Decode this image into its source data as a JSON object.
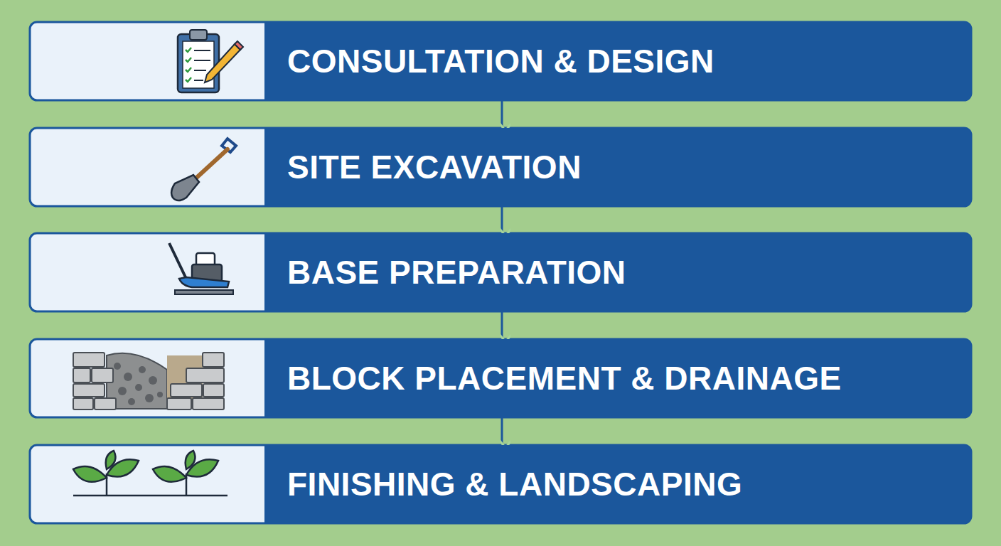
{
  "diagram": {
    "nodes": [
      {
        "text": [
          "CONSULTATION & DESIGN"
        ]
      },
      {
        "text": [
          "SITE EXCAVATION"
        ]
      },
      {
        "text": [
          "BASE PREPARATION"
        ]
      },
      {
        "text": [
          "BLOCK PLACEMENT & DRAINAGE"
        ]
      },
      {
        "text": [
          "FINISHING & LANDSCAPING"
        ]
      }
    ],
    "edges": [
      {
        "from": 0,
        "to": 1,
        "arrow": "to"
      },
      {
        "from": 1,
        "to": 2,
        "arrow": "to"
      },
      {
        "from": 2,
        "to": 3,
        "arrow": "to"
      },
      {
        "from": 3,
        "to": 4,
        "arrow": "to"
      }
    ]
  }
}
